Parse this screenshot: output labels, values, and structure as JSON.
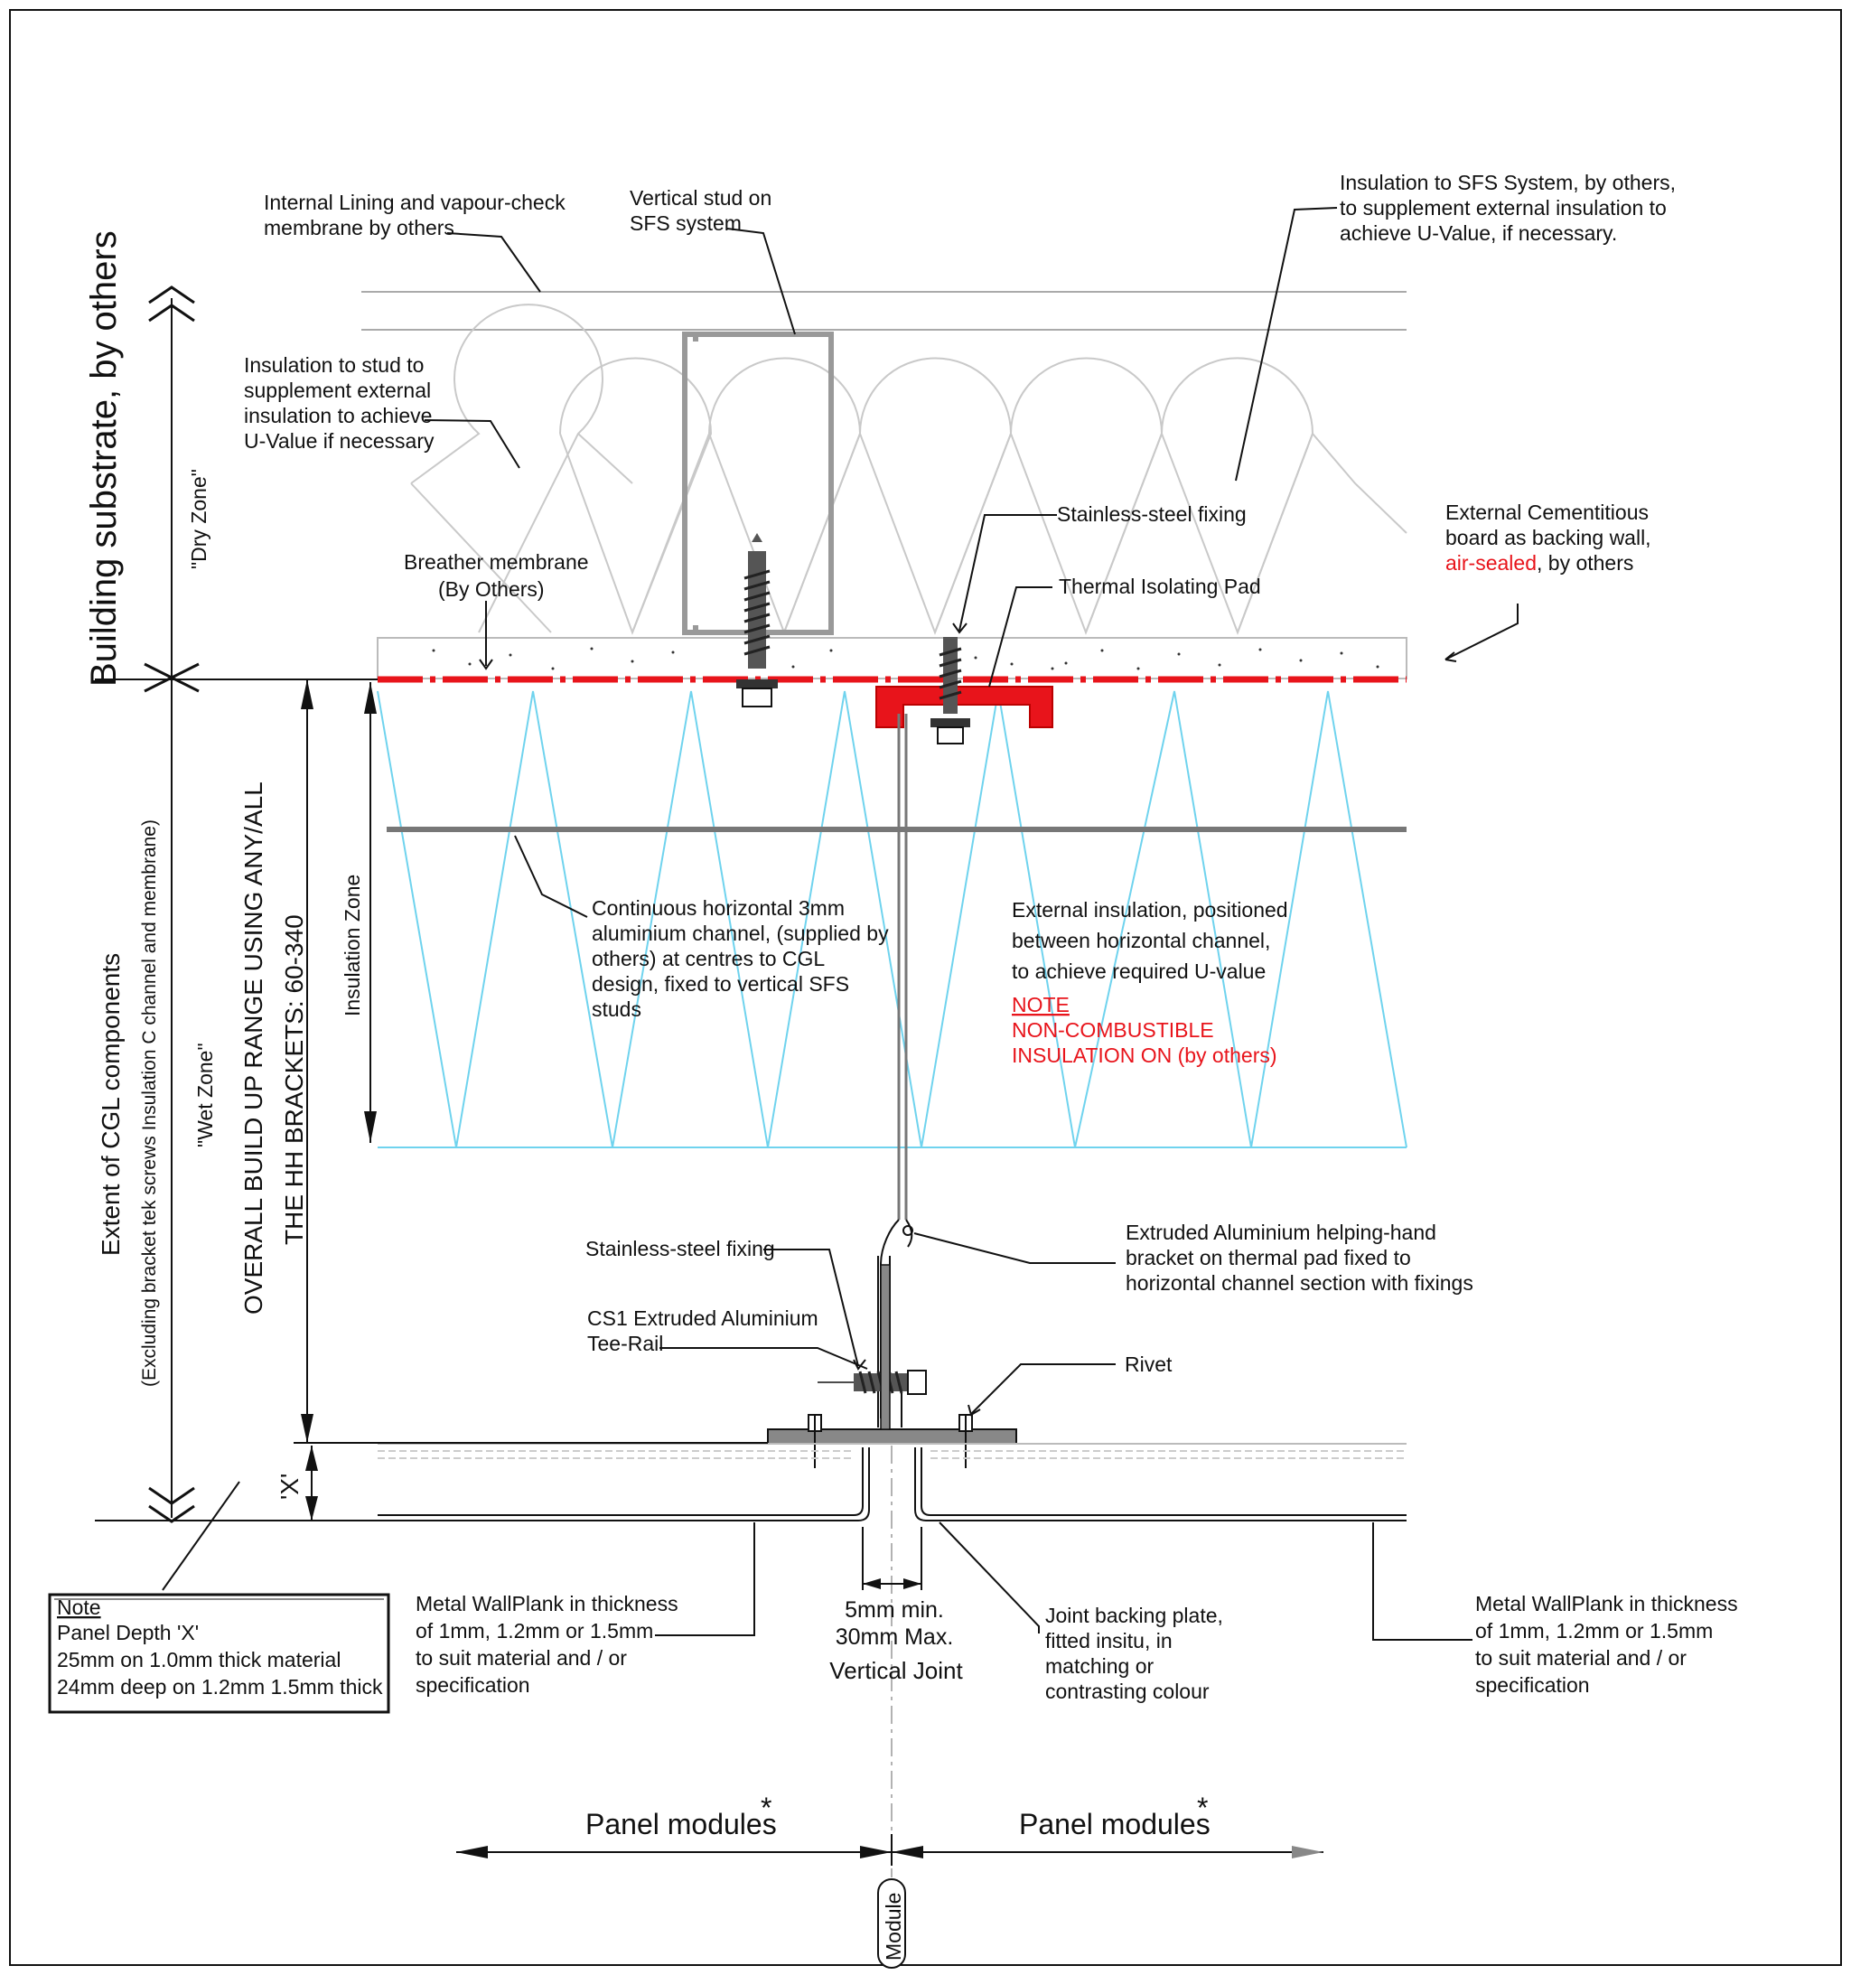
{
  "labels": {
    "internal_lining": [
      "Internal Lining and vapour-check",
      "membrane by others"
    ],
    "vertical_stud": [
      "Vertical stud on",
      "SFS system"
    ],
    "insulation_sfs": [
      "Insulation to SFS System, by others,",
      "to supplement external insulation to",
      "achieve U-Value, if necessary."
    ],
    "insulation_stud": [
      "Insulation to stud to",
      "supplement external",
      "insulation to achieve",
      "U-Value if necessary"
    ],
    "stainless_fixing_top": "Stainless-steel fixing",
    "thermal_pad": "Thermal Isolating Pad",
    "breather_membrane": [
      "Breather membrane",
      "(By Others)"
    ],
    "external_board": [
      "External Cementitious",
      "board as backing wall,"
    ],
    "external_board_red": "air-sealed",
    "external_board_suffix": ", by others",
    "continuous_channel": [
      "Continuous horizontal 3mm",
      "aluminium channel, (supplied by",
      "others) at centres to CGL",
      "design, fixed to vertical SFS",
      "studs"
    ],
    "external_insulation": [
      "External insulation, positioned",
      "between horizontal channel,",
      "to achieve required U-value"
    ],
    "note_red": [
      "NOTE",
      "NON-COMBUSTIBLE",
      "INSULATION ON (by others)"
    ],
    "stainless_fixing_bottom": "Stainless-steel fixing",
    "helping_hand": [
      "Extruded Aluminium helping-hand",
      "bracket on thermal pad fixed to",
      "horizontal channel section with fixings"
    ],
    "tee_rail": [
      "CS1 Extruded Aluminium",
      "Tee-Rail"
    ],
    "rivet": "Rivet",
    "wallplank_left": [
      "Metal WallPlank in thickness",
      "of 1mm, 1.2mm or 1.5mm",
      "to suit material and / or",
      "specification"
    ],
    "wallplank_right": [
      "Metal WallPlank in thickness",
      "of 1mm, 1.2mm or 1.5mm",
      "to suit material and / or",
      "specification"
    ],
    "joint_gap": [
      "5mm min.",
      "30mm Max."
    ],
    "vertical_joint": "Vertical Joint",
    "joint_backing": [
      "Joint backing plate,",
      "fitted insitu, in",
      "matching or",
      "contrasting colour"
    ],
    "note_box_title": "Note",
    "note_box_lines": [
      "Panel Depth 'X'",
      "25mm on 1.0mm thick material",
      "24mm deep on 1.2mm 1.5mm thick"
    ],
    "building_substrate": "Building substrate, by others",
    "dry_zone": "\"Dry Zone\"",
    "wet_zone": "\"Wet Zone\"",
    "extent_cgl": "Extent of CGL components",
    "extent_cgl_sub": "(Excluding bracket tek screws Insulation C channel and membrane)",
    "overall_build": [
      "OVERALL BUILD UP RANGE USING ANY/ALL",
      "THE HH BRACKETS: 60-340"
    ],
    "insulation_zone": "Insulation Zone",
    "x_dim": "'X'",
    "panel_modules_left": "Panel modules",
    "panel_modules_right": "Panel modules",
    "asterisk": "*",
    "module": "Module"
  },
  "colors": {
    "membrane_red": "#e8141b",
    "insulation_cyan": "#6fd3ee",
    "stud_insulation_gray": "#c9c9c9"
  }
}
